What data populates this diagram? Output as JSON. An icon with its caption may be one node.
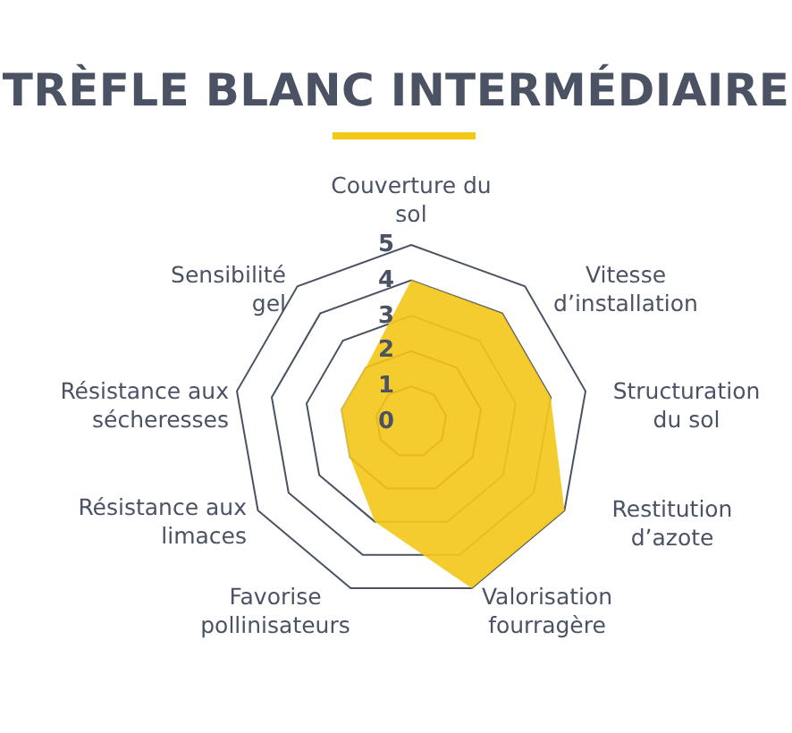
{
  "diagram": {
    "title": "TRÈFLE BLANC INTERMÉDIAIRE",
    "chart_data": {
      "type": "radar",
      "categories": [
        "Couverture du sol",
        "Vitesse d’installation",
        "Structuration du sol",
        "Restitution d’azote",
        "Valorisation fourragère",
        "Favorise pollinisateurs",
        "Résistance aux limaces",
        "Résistance aux sécheresses",
        "Sensibilité gel"
      ],
      "series": [
        {
          "color": "#f4c81c",
          "values": [
            4,
            4,
            4,
            5,
            5,
            3,
            2,
            2,
            2
          ]
        }
      ],
      "ylim": [
        0,
        5
      ],
      "yticks": [
        0,
        1,
        2,
        3,
        4,
        5
      ]
    }
  }
}
